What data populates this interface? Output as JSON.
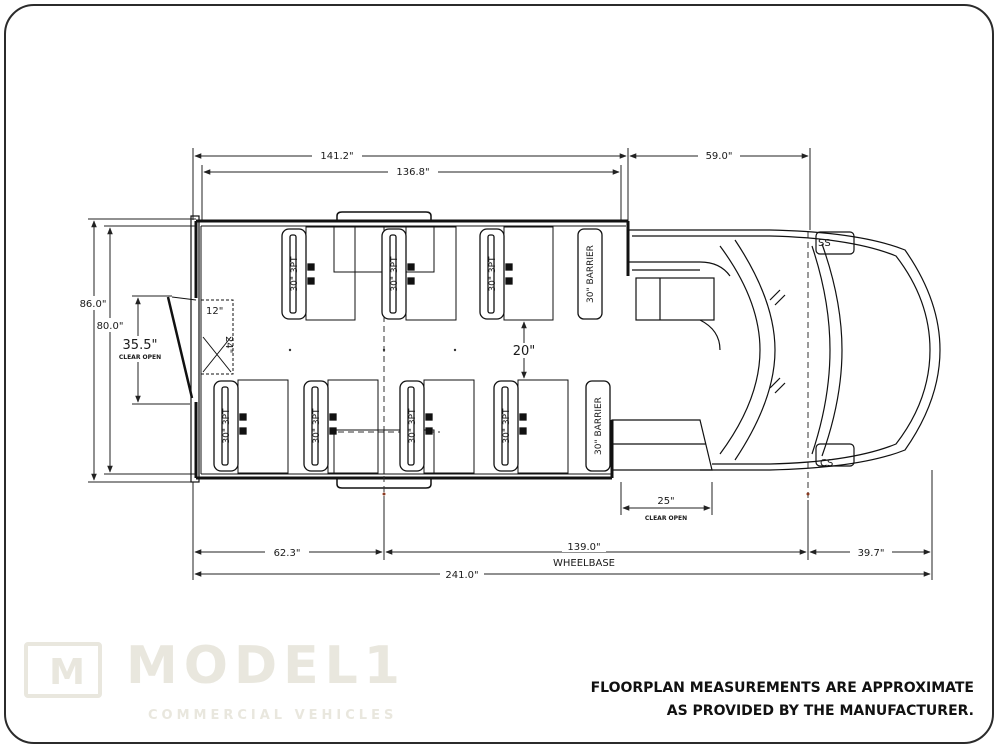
{
  "dimensions": {
    "top_overall": "141.2\"",
    "top_inner": "136.8\"",
    "top_cab": "59.0\"",
    "width_outer": "86.0\"",
    "width_inner": "80.0\"",
    "door_clear": "35.5\"",
    "door_clear_caption": "CLEAR OPEN",
    "door_12": "12\"",
    "door_24": "24\"",
    "aisle": "20\"",
    "front_door": "25\"",
    "front_door_caption": "CLEAR OPEN",
    "rear_overhang": "62.3\"",
    "wheelbase": "139.0\"",
    "wheelbase_caption": "WHEELBASE",
    "front_overhang": "39.7\"",
    "overall_length": "241.0\""
  },
  "seats": {
    "top_row": [
      "30\" 3PT",
      "30\" 3PT",
      "30\" 3PT",
      "30\" BARRIER"
    ],
    "bottom_row": [
      "30\" 3PT",
      "30\" 3PT",
      "30\" 3PT",
      "30\" 3PT",
      "30\" BARRIER"
    ]
  },
  "cab": {
    "seat_top": "SS",
    "seat_bottom": "CS"
  },
  "logo": {
    "mark": "M",
    "word": "MODEL1",
    "tagline": "COMMERCIAL VEHICLES"
  },
  "note": {
    "line1": "FLOORPLAN MEASUREMENTS ARE APPROXIMATE",
    "line2": "AS PROVIDED BY THE MANUFACTURER."
  }
}
